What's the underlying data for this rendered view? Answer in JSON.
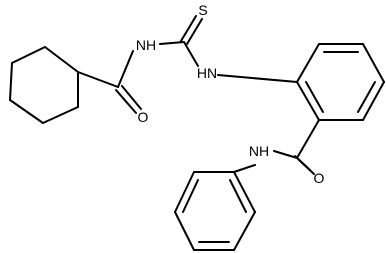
{
  "molecule": {
    "atoms": {
      "nh_top": "NH",
      "s": "S",
      "hn_mid": "HN",
      "o_left": "O",
      "nh_bottom": "NH",
      "o_right": "O"
    }
  },
  "colors": {
    "bond": "#000000",
    "label": "#000000",
    "background": "#ffffff"
  }
}
